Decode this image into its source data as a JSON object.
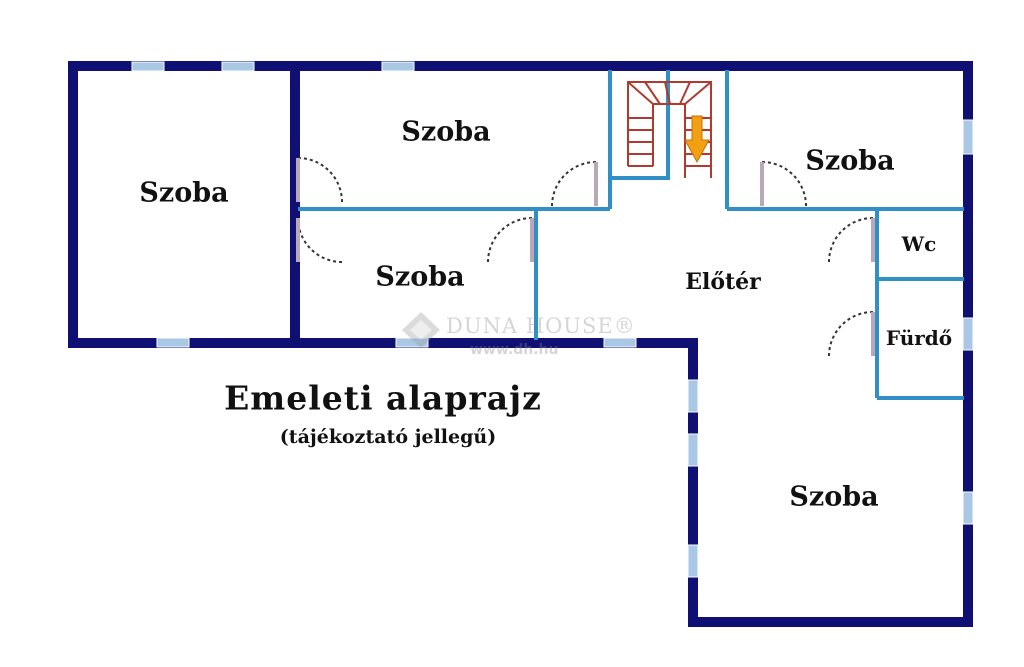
{
  "plan": {
    "rooms": [
      "Szoba",
      "Szoba",
      "Szoba",
      "Szoba",
      "Előtér",
      "Wc",
      "Fürdő",
      "Szoba"
    ],
    "title": "Emeleti alaprajz",
    "subtitle": "(tájékoztató jellegű)"
  },
  "watermark": {
    "brand": "DUNA HOUSE®",
    "url": "www.dh.hu"
  },
  "colors": {
    "outer_wall": "#0f0f74",
    "inner_wall": "#2f8fc6",
    "window": "#a8c8e6",
    "stairs": "#b03a2e",
    "arrow": "#f0a010",
    "door_swing": "#333333"
  },
  "icons": {
    "stairs": "stairs-icon",
    "arrow": "arrow-down-icon",
    "logo": "duna-house-logo-icon"
  }
}
